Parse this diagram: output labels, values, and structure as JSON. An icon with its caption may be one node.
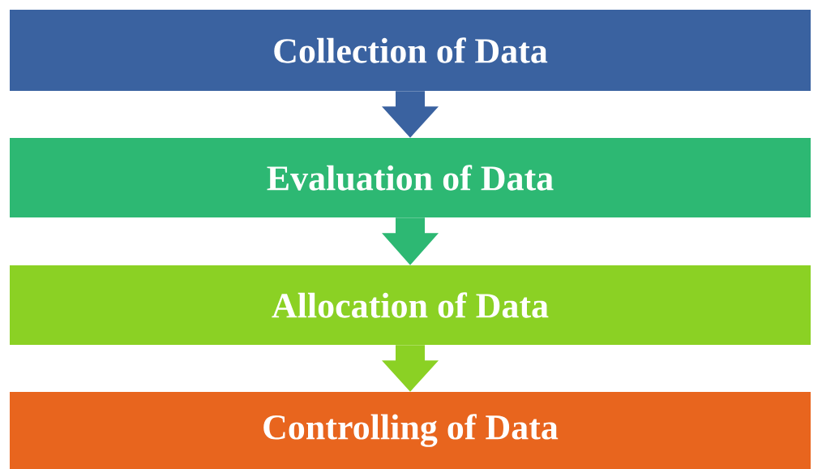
{
  "diagram": {
    "nodes": [
      {
        "text": [
          "Collection of Data"
        ]
      },
      {
        "text": [
          "Evaluation of Data"
        ]
      },
      {
        "text": [
          "Allocation of Data"
        ]
      },
      {
        "text": [
          "Controlling of Data"
        ]
      }
    ],
    "edges": [
      {
        "from": 0,
        "to": 1,
        "arrow": "to",
        "color": "#3a62a0"
      },
      {
        "from": 1,
        "to": 2,
        "arrow": "to",
        "color": "#2db873"
      },
      {
        "from": 2,
        "to": 3,
        "arrow": "to",
        "color": "#8bd124"
      }
    ]
  }
}
